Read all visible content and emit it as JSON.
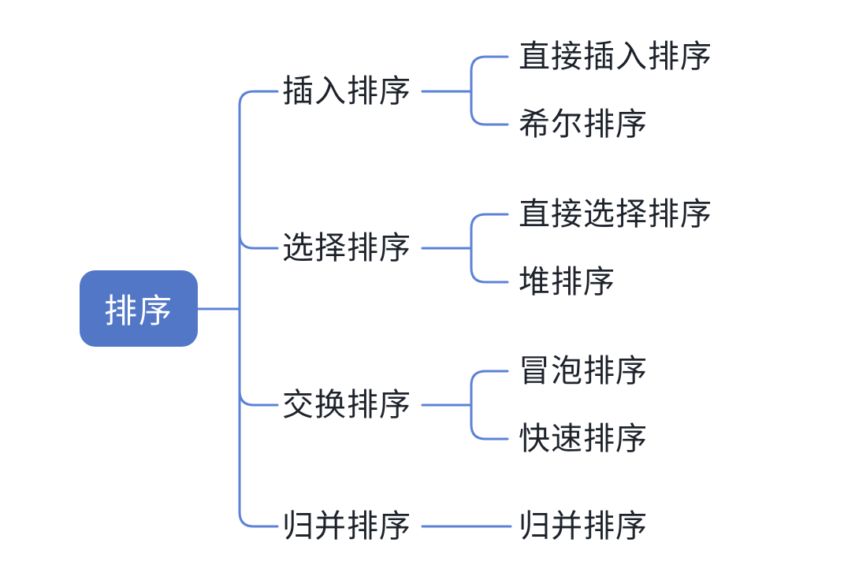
{
  "diagram": {
    "root": {
      "label": "排序"
    },
    "branches": [
      {
        "label": "插入排序",
        "children": [
          "直接插入排序",
          "希尔排序"
        ]
      },
      {
        "label": "选择排序",
        "children": [
          "直接选择排序",
          "堆排序"
        ]
      },
      {
        "label": "交换排序",
        "children": [
          "冒泡排序",
          "快速排序"
        ]
      },
      {
        "label": "归并排序",
        "children": [
          "归并排序"
        ]
      }
    ],
    "colors": {
      "node_fill": "#5277c6",
      "line": "#5c82d8",
      "text": "#1e232b",
      "node_text": "#ffffff",
      "background": "#ffffff"
    }
  }
}
